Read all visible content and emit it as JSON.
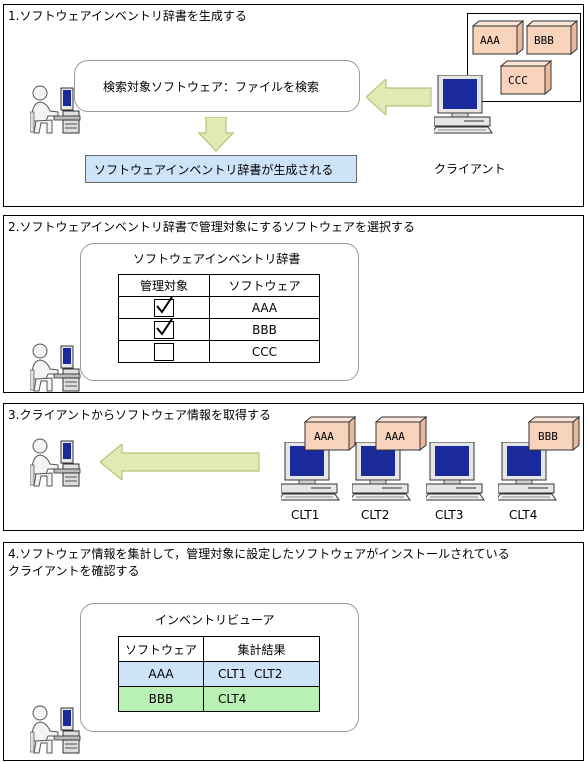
{
  "colors": {
    "arrow_fill": "#e3e9b4",
    "arrow_stroke": "#b9c27a",
    "highlight_blue": "#cce3f8",
    "highlight_green": "#b9f0b4",
    "package_fill": "#f9d4bd",
    "monitor_screen": "#1a2a9a"
  },
  "panel1": {
    "title": "1.ソフトウェアインベントリ辞書を生成する",
    "search_box_text": "検索対象ソフトウェア：ファイルを検索",
    "result_text": "ソフトウェアインベントリ辞書が生成される",
    "client_label": "クライアント",
    "packages": [
      "AAA",
      "BBB",
      "CCC"
    ]
  },
  "panel2": {
    "title": "2.ソフトウェアインベントリ辞書で管理対象にするソフトウェアを選択する",
    "box_title": "ソフトウェアインベントリ辞書",
    "headers": [
      "管理対象",
      "ソフトウェア"
    ],
    "rows": [
      {
        "checked": true,
        "software": "AAA"
      },
      {
        "checked": true,
        "software": "BBB"
      },
      {
        "checked": false,
        "software": "CCC"
      }
    ]
  },
  "panel3": {
    "title": "3.クライアントからソフトウェア情報を取得する",
    "clients": [
      {
        "name": "CLT1",
        "package": "AAA"
      },
      {
        "name": "CLT2",
        "package": "AAA"
      },
      {
        "name": "CLT3",
        "package": ""
      },
      {
        "name": "CLT4",
        "package": "BBB"
      }
    ]
  },
  "panel4": {
    "title": "4.ソフトウェア情報を集計して，管理対象に設定したソフトウェアがインストールされている\nクライアントを確認する",
    "box_title": "インベントリビューア",
    "headers": [
      "ソフトウェア",
      "集計結果"
    ],
    "rows": [
      {
        "software": "AAA",
        "result": "CLT1  CLT2"
      },
      {
        "software": "BBB",
        "result": "CLT4"
      }
    ]
  }
}
